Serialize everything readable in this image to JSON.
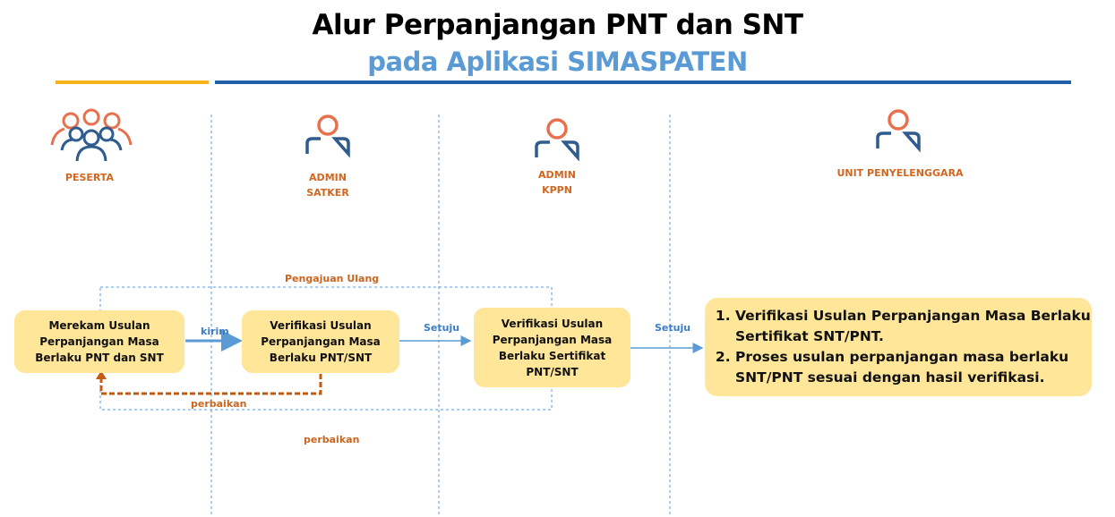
{
  "header": {
    "title": "Alur Perpanjangan PNT dan SNT",
    "subtitle": "pada Aplikasi SIMASPATEN"
  },
  "colors": {
    "accent_orange": "#f5b21b",
    "accent_blue": "#1f5fa8",
    "box": "#ffe699",
    "label_orange": "#d0661f",
    "label_blue": "#3b7dc4"
  },
  "lanes": [
    {
      "label": "PESERTA",
      "icon": "group-icon"
    },
    {
      "label_line1": "ADMIN",
      "label_line2": "SATKER",
      "icon": "user-icon"
    },
    {
      "label_line1": "ADMIN",
      "label_line2": "KPPN",
      "icon": "user-icon"
    },
    {
      "label": "UNIT PENYELENGGARA",
      "icon": "user-icon"
    }
  ],
  "boxes": [
    {
      "line1": "Merekam Usulan",
      "line2": "Perpanjangan Masa",
      "line3": "Berlaku PNT dan SNT"
    },
    {
      "line1": "Verifikasi Usulan",
      "line2": "Perpanjangan Masa",
      "line3": "Berlaku PNT/SNT"
    },
    {
      "line1": "Verifikasi Usulan",
      "line2": "Perpanjangan Masa",
      "line3": "Berlaku Sertifikat",
      "line4": "PNT/SNT"
    }
  ],
  "final_box": {
    "items": [
      "Verifikasi Usulan Perpanjangan Masa Berlaku Sertifikat SNT/PNT.",
      "Proses usulan perpanjangan masa berlaku SNT/PNT sesuai dengan hasil verifikasi."
    ]
  },
  "edges": {
    "kirim": "kirim",
    "setuju1": "Setuju",
    "setuju2": "Setuju",
    "perbaikan_inner": "perbaikan",
    "perbaikan_outer": "perbaikan",
    "pengajuan_ulang": "Pengajuan Ulang"
  }
}
